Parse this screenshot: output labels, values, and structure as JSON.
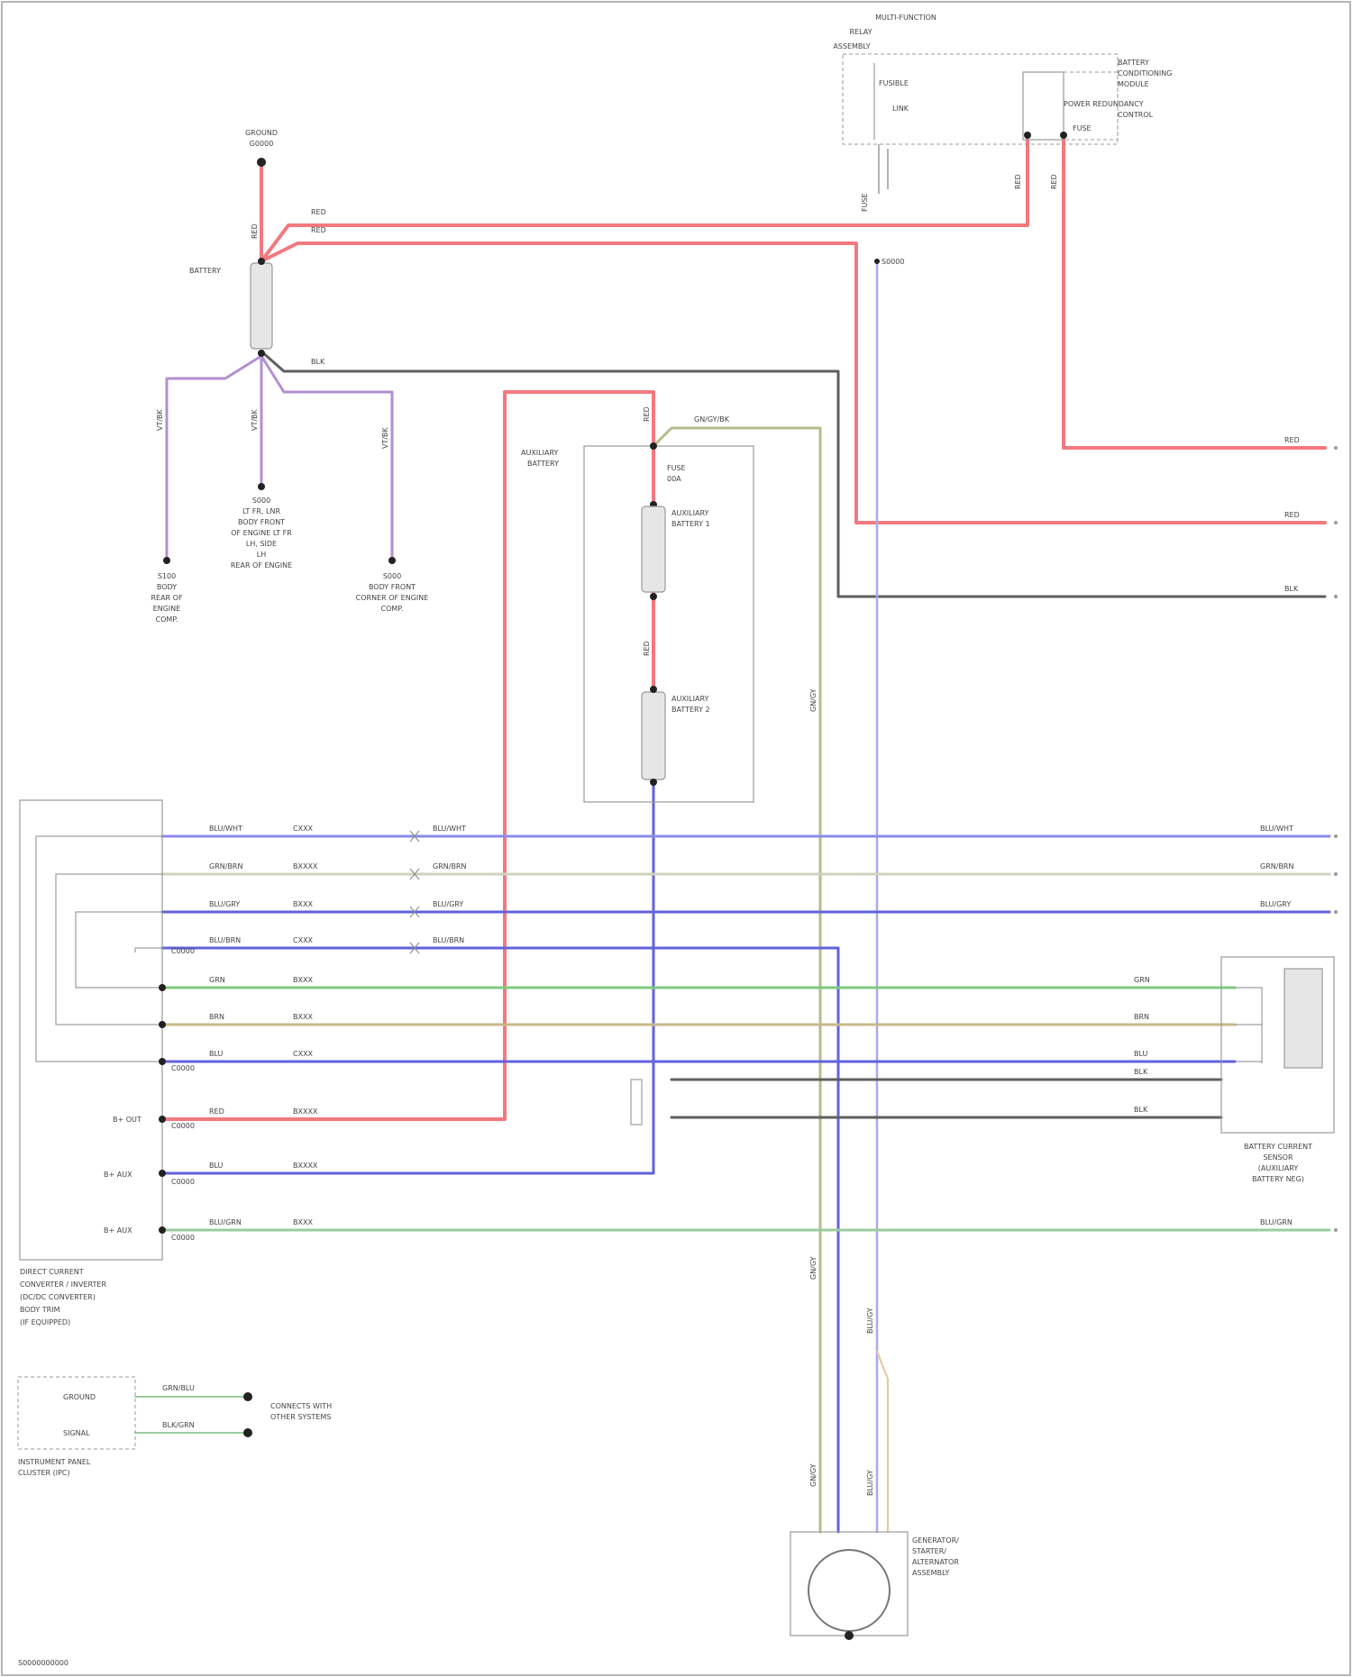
{
  "page": {
    "footer": "S0000000000"
  },
  "nodes": {
    "ground_top": [
      "GROUND",
      "G0000"
    ],
    "battery": "BATTERY",
    "s1": [
      "S100",
      "BODY",
      "REAR OF",
      "ENGINE",
      "COMP."
    ],
    "s2": [
      "S000",
      "LT FR, LNR",
      "BODY FRONT",
      "OF ENGINE LT FR",
      "LH, SIDE",
      "LH",
      "REAR OF ENGINE"
    ],
    "s3": [
      "S000",
      "BODY FRONT",
      "CORNER OF ENGINE",
      "COMP."
    ],
    "aux_battery": [
      "AUXILIARY",
      "BATTERY"
    ],
    "aux_fuse": [
      "FUSE",
      "00A"
    ],
    "aux_cell1": [
      "AUXILIARY",
      "BATTERY 1"
    ],
    "aux_cell2": [
      "AUXILIARY",
      "BATTERY 2"
    ],
    "s_right": "S0000",
    "fuse_box": [
      "MULTI-FUNCTION",
      "RELAY",
      "ASSEMBLY"
    ],
    "fuse_box_labels": [
      "FUSIBLE",
      "LINK",
      "FUSE"
    ],
    "bcm": [
      "BATTERY",
      "CONDITIONING",
      "MODULE",
      "POWER REDUNDANCY",
      "CONTROL"
    ],
    "bcm_fuse": "FUSE",
    "module": [
      "DIRECT CURRENT",
      "CONVERTER / INVERTER",
      "(DC/DC CONVERTER)",
      "BODY TRIM",
      "(IF EQUIPPED)"
    ],
    "sensor": [
      "BATTERY CURRENT",
      "SENSOR",
      "(AUXILIARY",
      "BATTERY NEG)"
    ],
    "bottom_left": [
      "INSTRUMENT PANEL",
      "CLUSTER (IPC)"
    ],
    "bottom_left_pins": [
      "GROUND",
      "SIGNAL"
    ],
    "bottom_left_dest": [
      "CONNECTS WITH",
      "OTHER SYSTEMS"
    ],
    "motor": [
      "GENERATOR/",
      "STARTER/",
      "ALTERNATOR",
      "ASSEMBLY"
    ]
  },
  "wires": {
    "top_red": [
      "RED",
      "RED"
    ],
    "battery_gray": "BLK",
    "violet_1": "VT/BK",
    "violet_2": "VT/BK",
    "violet_3": "VT/BK",
    "aux_red": "RED",
    "aux_mid": "RED",
    "green_gy": "GN/GY/BK",
    "green_vert": "GN/GY",
    "blue_vert": "BLU/GY",
    "rows": [
      {
        "left": "BLU/WHT",
        "mid": "CXXX",
        "right": "BLU/WHT",
        "end": "BLU/WHT"
      },
      {
        "left": "GRN/BRN",
        "mid": "BXXXX",
        "right": "GRN/BRN",
        "end": "GRN/BRN"
      },
      {
        "left": "BLU/GRY",
        "mid": "BXXX",
        "right": "BLU/GRY",
        "end": "BLU/GRY"
      },
      {
        "left": "BLU/BRN",
        "mid": "CXXX",
        "right": "BLU/BRN",
        "end": ""
      },
      {
        "left": "GRN",
        "mid": "BXXX",
        "right": "",
        "end": "GRN"
      },
      {
        "left": "BRN",
        "mid": "BXXX",
        "right": "",
        "end": "BRN"
      },
      {
        "left": "BLU",
        "mid": "CXXX",
        "right": "",
        "end": "BLU"
      },
      {
        "left": "",
        "mid": "",
        "right": "",
        "end": "BLK"
      },
      {
        "left": "",
        "mid": "",
        "right": "",
        "end": "BLK"
      },
      {
        "left": "RED",
        "mid": "BXXXX",
        "right": "",
        "end": ""
      },
      {
        "left": "BLU",
        "mid": "BXXXX",
        "right": "",
        "end": ""
      },
      {
        "left": "BLU/GRN",
        "mid": "BXXX",
        "right": "",
        "end": "BLU/GRN"
      }
    ],
    "right_red": [
      "RED",
      "RED",
      "BLK"
    ],
    "module_pins": [
      "B+ OUT",
      "B+ AUX",
      "B+ AUX"
    ],
    "conn_ids": [
      "C0000",
      "C0000",
      "C0000",
      "C0000",
      "C0000"
    ],
    "bottom_left_wires": [
      "GRN/BLU",
      "BLK/GRN"
    ]
  },
  "colors": {
    "red": "#f2797f",
    "gray": "#5f5f5f",
    "violet": "#b28fd1",
    "blue": "#6262dc",
    "lightblue": "#a9a9ee",
    "olive": "#b3bc8c",
    "green": "#7fca7f",
    "tan": "#c8b889",
    "sage": "#9ccb9f"
  }
}
